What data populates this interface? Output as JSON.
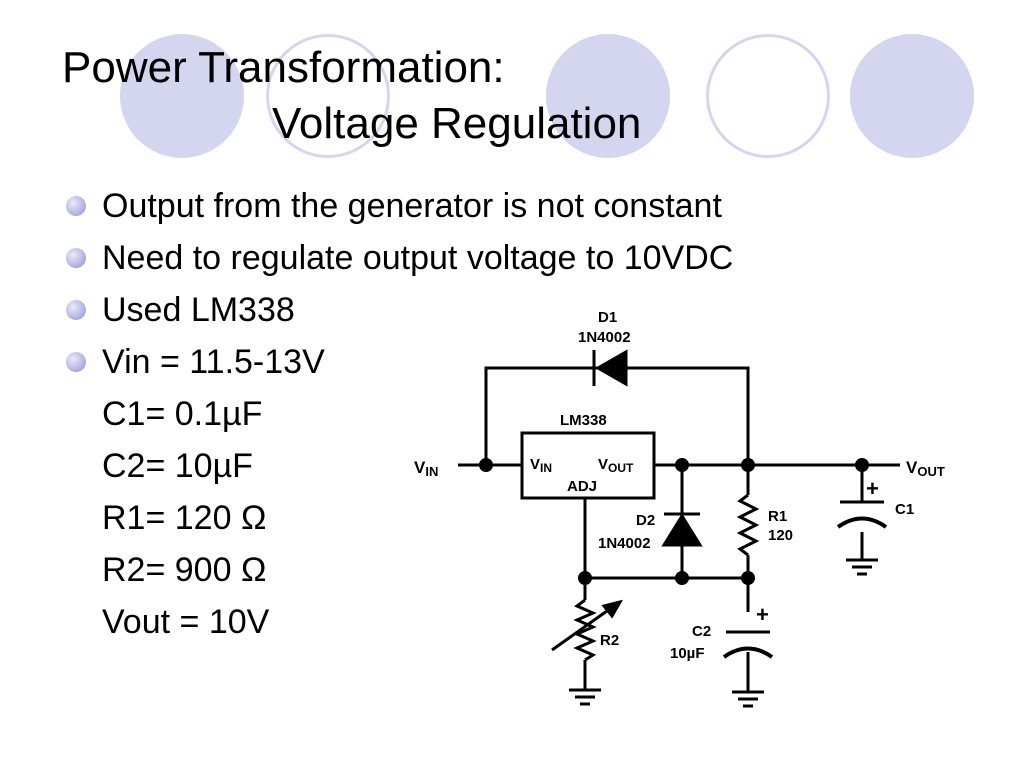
{
  "slide": {
    "title_line1": "Power Transformation:",
    "title_line2": "Voltage Regulation",
    "bullets": [
      {
        "text": "Output from the generator is not constant",
        "bullet": true
      },
      {
        "text": "Need to regulate output voltage to 10VDC",
        "bullet": true
      },
      {
        "text": "Used LM338",
        "bullet": true
      },
      {
        "text": "Vin = 11.5-13V",
        "bullet": true
      },
      {
        "text": "C1= 0.1µF",
        "bullet": false
      },
      {
        "text": "C2= 10µF",
        "bullet": false
      },
      {
        "text": "R1= 120 Ω",
        "bullet": false
      },
      {
        "text": "R2= 900 Ω",
        "bullet": false
      },
      {
        "text": "Vout = 10V",
        "bullet": false
      }
    ],
    "accent_color": "#d4d6f0"
  },
  "circuit": {
    "vin_label": "V",
    "vin_sub": "IN",
    "vout_label": "V",
    "vout_sub": "OUT",
    "d1_name": "D1",
    "d1_part": "1N4002",
    "ic_name": "LM338",
    "ic_vin": "V",
    "ic_vin_sub": "IN",
    "ic_vout": "V",
    "ic_vout_sub": "OUT",
    "ic_adj": "ADJ",
    "d2_name": "D2",
    "d2_part": "1N4002",
    "r1_name": "R1",
    "r1_value": "120",
    "c1_name": "C1",
    "c2_name": "C2",
    "c2_value": "10µF",
    "r2_name": "R2",
    "plus_sign": "+"
  }
}
